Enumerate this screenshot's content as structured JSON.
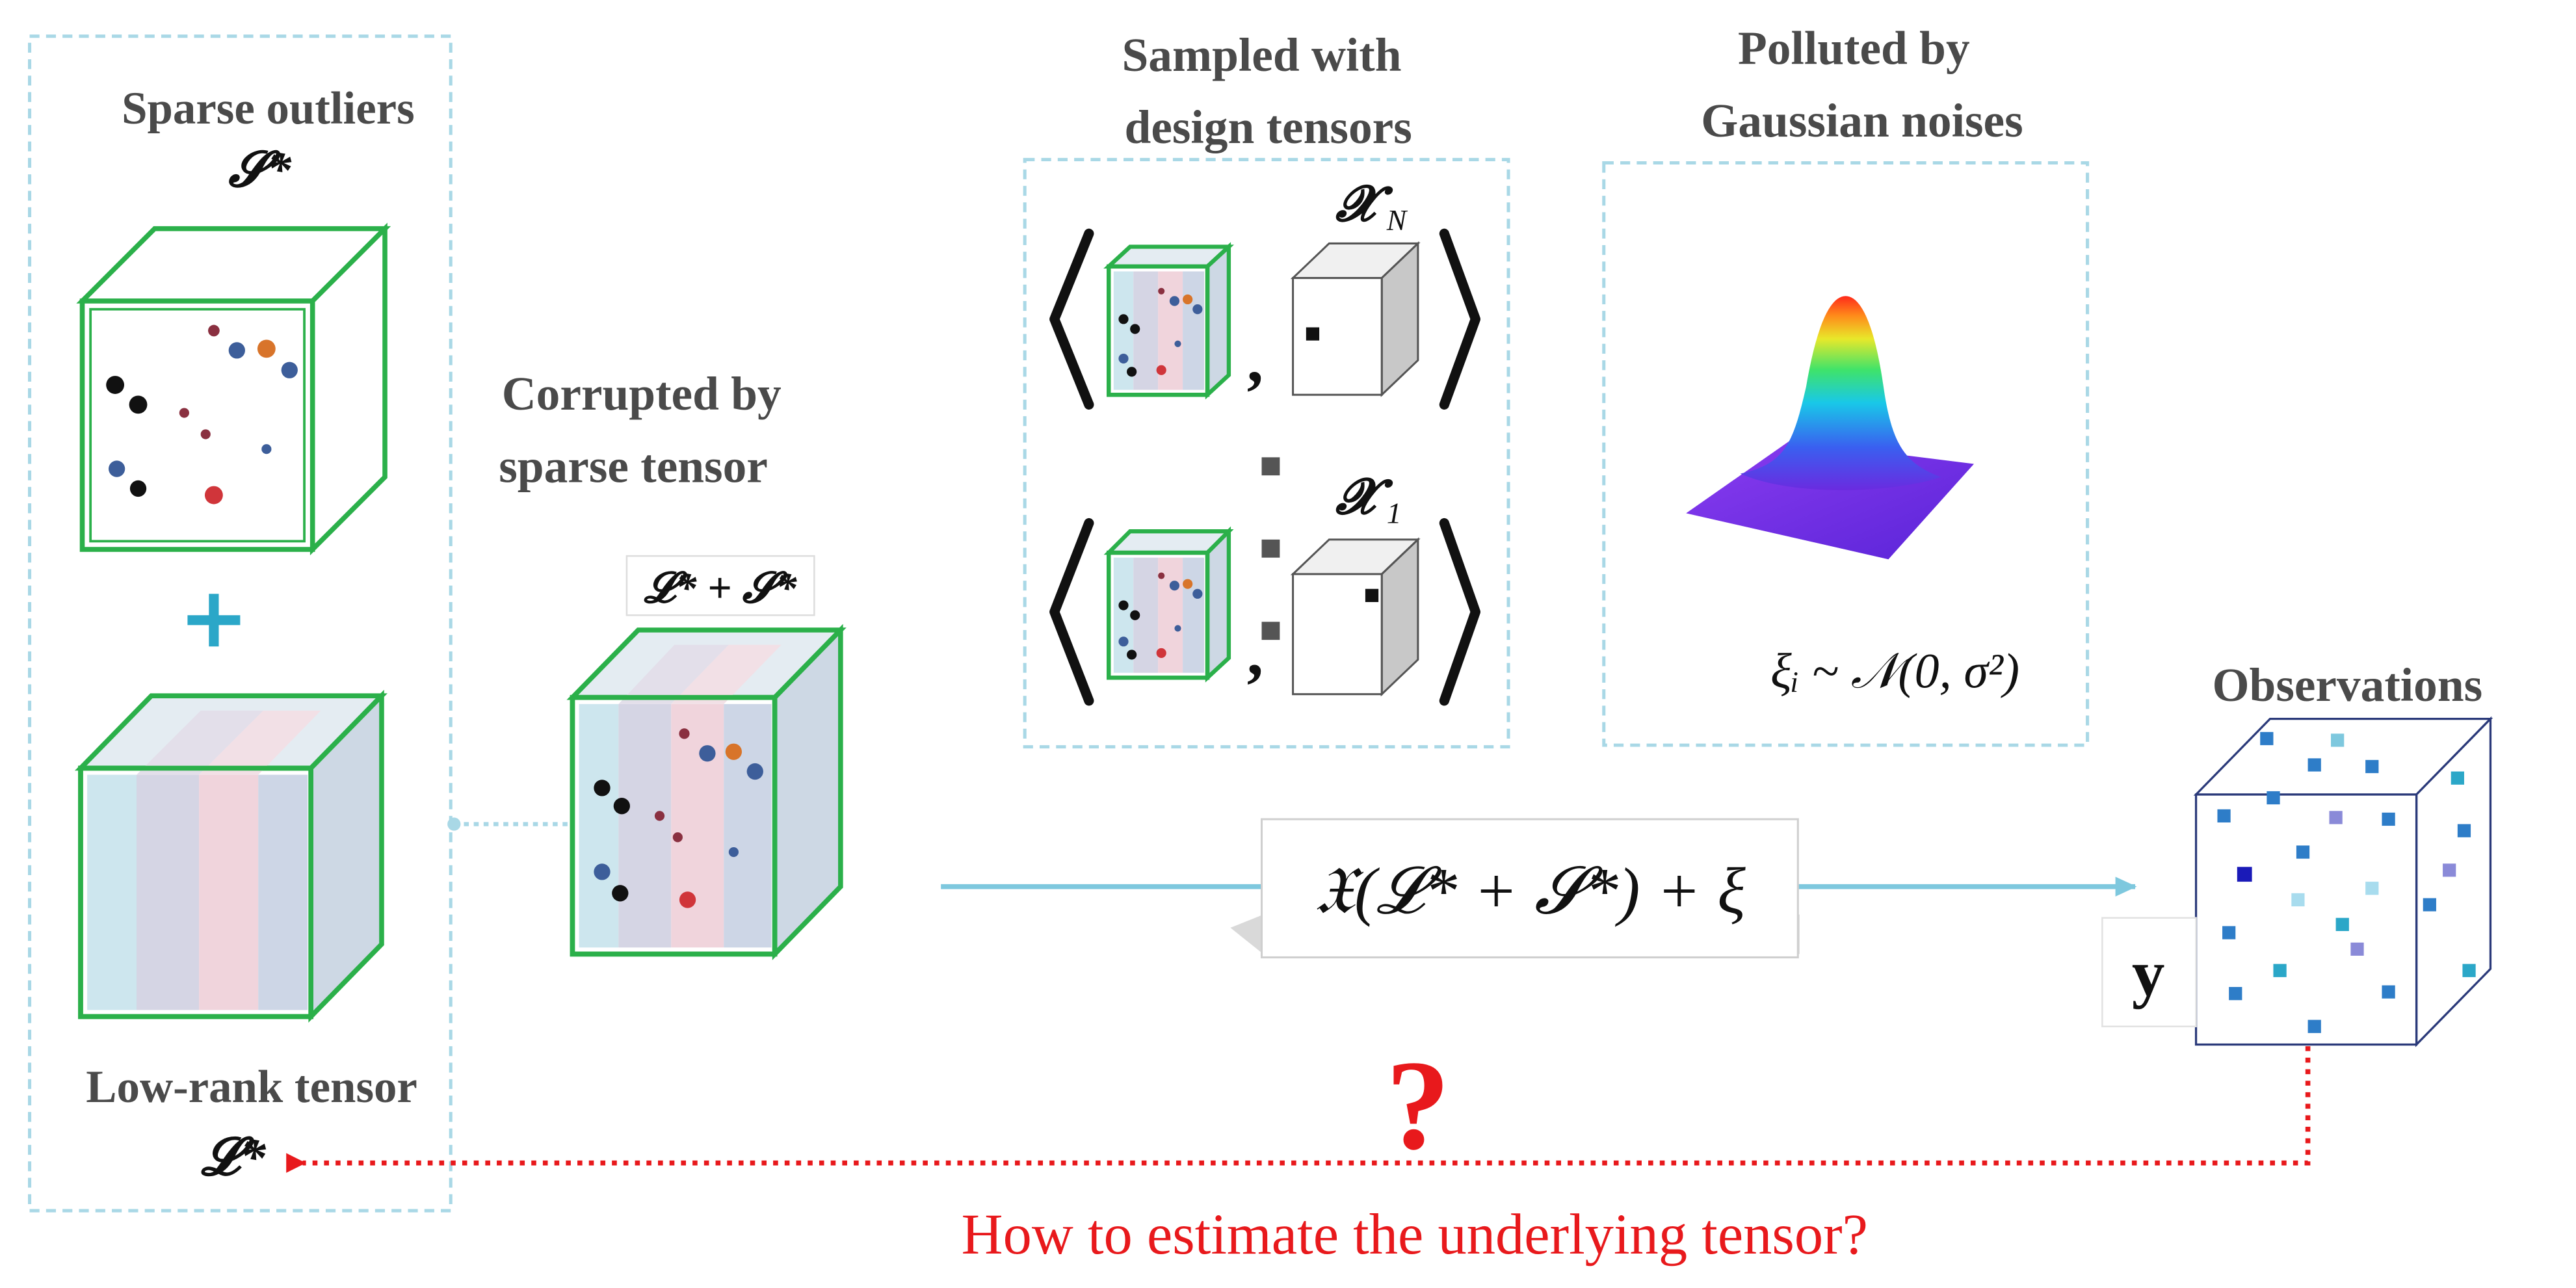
{
  "labels": {
    "sparse_outliers": "Sparse outliers",
    "sparse_symbol": "𝓢*",
    "low_rank": "Low-rank tensor",
    "low_rank_symbol": "𝓛*",
    "corrupted_line1": "Corrupted by",
    "corrupted_line2": "sparse tensor",
    "sum_symbol": "𝓛* + 𝓢*",
    "sampled_line1": "Sampled with",
    "sampled_line2": "design tensors",
    "design_N": "𝓧",
    "design_N_sub": "N",
    "design_1": "𝓧",
    "design_1_sub": "1",
    "polluted_line1": "Polluted by",
    "polluted_line2": "Gaussian noises",
    "noise_formula": "ξᵢ ~ 𝒩(0, σ²)",
    "observation_model": "𝔛(𝓛* + 𝓢*) + ξ",
    "observations": "Observations",
    "y_symbol": "y",
    "question_mark": "?",
    "question": "How to estimate the underlying tensor?"
  },
  "icons": {
    "plus": "plus-icon",
    "gaussian": "gaussian-surface-icon"
  },
  "colors": {
    "frame_dashed": "#a9d8e6",
    "cube_green": "#2bb04a",
    "arrow_blue": "#7ec8de",
    "question_red": "#e8191c",
    "label_gray": "#4a4a4a"
  }
}
